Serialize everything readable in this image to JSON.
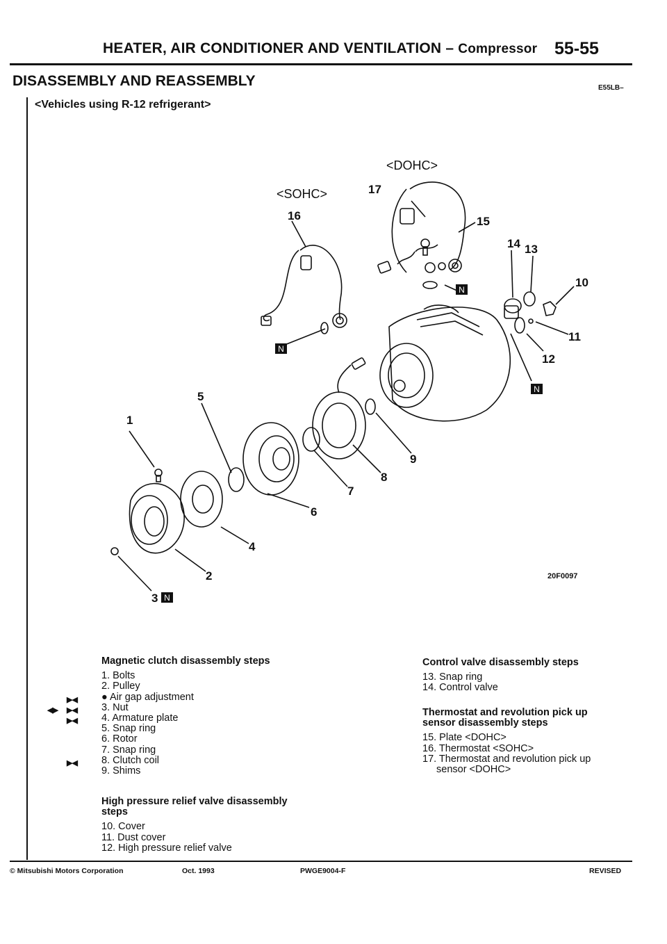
{
  "header": {
    "title": "HEATER, AIR CONDITIONER AND VENTILATION",
    "dash": "–",
    "subtitle": "Compressor",
    "page": "55-55"
  },
  "section": {
    "title": "DISASSEMBLY AND REASSEMBLY",
    "code": "E55LB–",
    "vehicle": "<Vehicles using R-12 refrigerant>"
  },
  "figure": {
    "code": "20F0097",
    "labels": {
      "dohc": "<DOHC>",
      "sohc": "<SOHC>",
      "n1": "17",
      "n2": "16",
      "n3": "15",
      "n4": "14",
      "n5": "13",
      "n6": "10",
      "n7": "11",
      "n8": "12",
      "n9": "5",
      "n10": "1",
      "n11": "9",
      "n12": "8",
      "n13": "7",
      "n14": "6",
      "n15": "4",
      "n16": "2",
      "n17": "3",
      "badge": "N"
    }
  },
  "magnetic": {
    "title": "Magnetic clutch disassembly steps",
    "steps": [
      "1. Bolts",
      "2. Pulley",
      "● Air gap adjustment",
      "3. Nut",
      "4. Armature plate",
      "5. Snap ring",
      "6. Rotor",
      "7. Snap ring",
      "8. Clutch coil",
      "9. Shims"
    ]
  },
  "relief": {
    "title1": "High pressure relief valve disassembly",
    "title2": "steps",
    "steps": [
      "10. Cover",
      "11. Dust cover",
      "12. High pressure relief valve"
    ]
  },
  "control": {
    "title": "Control valve disassembly steps",
    "steps": [
      "13. Snap ring",
      "14. Control valve"
    ]
  },
  "thermo": {
    "title1": "Thermostat and revolution pick up",
    "title2": "sensor disassembly steps",
    "steps": [
      "15. Plate <DOHC>",
      "16. Thermostat <SOHC>",
      "17. Thermostat and revolution pick up",
      "sensor <DOHC>"
    ]
  },
  "marks": {
    "inst": "▶◀",
    "rem": "◀▶"
  },
  "footer": {
    "copyright": "© Mitsubishi Motors Corporation",
    "date": "Oct. 1993",
    "code": "PWGE9004-F",
    "status": "REVISED"
  }
}
